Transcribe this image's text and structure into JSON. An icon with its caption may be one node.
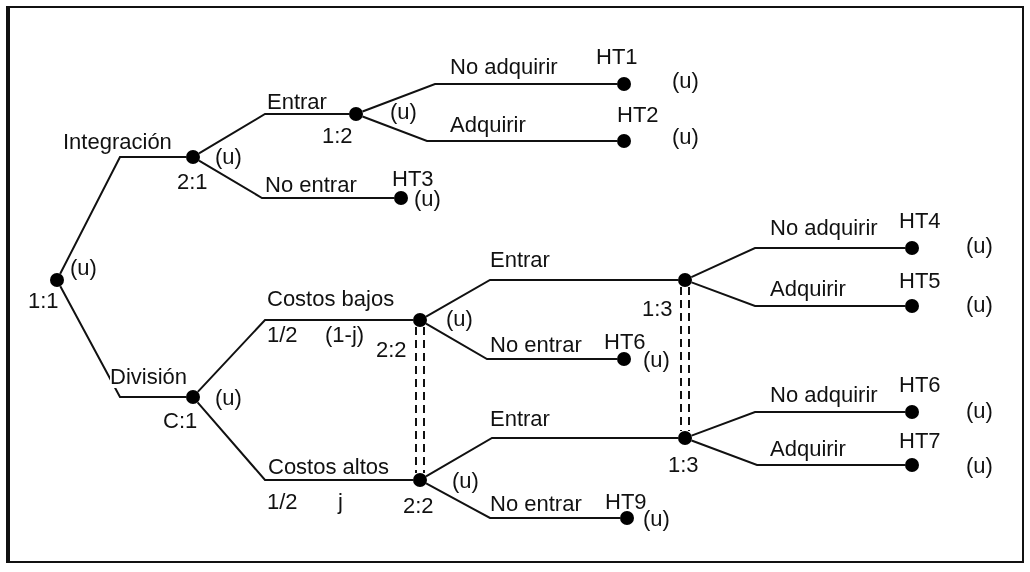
{
  "diagram": {
    "nodes": [
      {
        "text": [
          "1:1"
        ],
        "beside": [
          "(u)"
        ]
      },
      {
        "text": [
          "2:1"
        ],
        "beside": [
          "(u)"
        ]
      },
      {
        "text": [
          "1:2"
        ],
        "beside": [
          "(u)"
        ]
      },
      {
        "text": [
          "HT1"
        ],
        "beside": [
          "(u)"
        ]
      },
      {
        "text": [
          "HT2"
        ],
        "beside": [
          "(u)"
        ]
      },
      {
        "text": [
          "HT3"
        ],
        "beside": [
          "(u)"
        ]
      },
      {
        "text": [
          "C:1"
        ],
        "beside": [
          "(u)"
        ]
      },
      {
        "text": [
          "2:2"
        ],
        "beside": [
          "(u)"
        ]
      },
      {
        "text": [
          "2:2"
        ],
        "beside": [
          "(u)"
        ]
      },
      {
        "text": [
          "1:3"
        ]
      },
      {
        "text": [
          "HT4"
        ],
        "beside": [
          "(u)"
        ]
      },
      {
        "text": [
          "HT5"
        ],
        "beside": [
          "(u)"
        ]
      },
      {
        "text": [
          "HT6"
        ],
        "beside": [
          "(u)"
        ]
      },
      {
        "text": [
          "1:3"
        ]
      },
      {
        "text": [
          "HT6"
        ],
        "beside": [
          "(u)"
        ]
      },
      {
        "text": [
          "HT7"
        ],
        "beside": [
          "(u)"
        ]
      },
      {
        "text": [
          "HT9"
        ],
        "beside": [
          "(u)"
        ]
      }
    ],
    "edges": [
      {
        "from": 0,
        "to": 1,
        "arrow": "none",
        "label": "Integración"
      },
      {
        "from": 1,
        "to": 2,
        "arrow": "none",
        "label": "Entrar"
      },
      {
        "from": 2,
        "to": 3,
        "arrow": "none",
        "label": "No adquirir"
      },
      {
        "from": 2,
        "to": 4,
        "arrow": "none",
        "label": "Adquirir"
      },
      {
        "from": 1,
        "to": 5,
        "arrow": "none",
        "label": "No entrar"
      },
      {
        "from": 0,
        "to": 6,
        "arrow": "none",
        "label": "División"
      },
      {
        "from": 6,
        "to": 7,
        "arrow": "none",
        "label": "Costos bajos"
      },
      {
        "from": 6,
        "to": 8,
        "arrow": "none",
        "label": "Costos altos"
      },
      {
        "from": 7,
        "to": 9,
        "arrow": "none",
        "label": "Entrar"
      },
      {
        "from": 7,
        "to": 12,
        "arrow": "none",
        "label": "No entrar"
      },
      {
        "from": 8,
        "to": 13,
        "arrow": "none",
        "label": "Entrar"
      },
      {
        "from": 8,
        "to": 16,
        "arrow": "none",
        "label": "No entrar"
      },
      {
        "from": 9,
        "to": 10,
        "arrow": "none",
        "label": "No adquirir"
      },
      {
        "from": 9,
        "to": 11,
        "arrow": "none",
        "label": "Adquirir"
      },
      {
        "from": 13,
        "to": 14,
        "arrow": "none",
        "label": "No adquirir"
      },
      {
        "from": 13,
        "to": 15,
        "arrow": "none",
        "label": "Adquirir"
      },
      {
        "from": 7,
        "to": 8,
        "arrow": "none",
        "style": "dashed"
      },
      {
        "from": 9,
        "to": 13,
        "arrow": "none",
        "style": "dashed"
      }
    ],
    "labels": [
      "1/2",
      "(1-j)",
      "1/2",
      "j"
    ]
  }
}
